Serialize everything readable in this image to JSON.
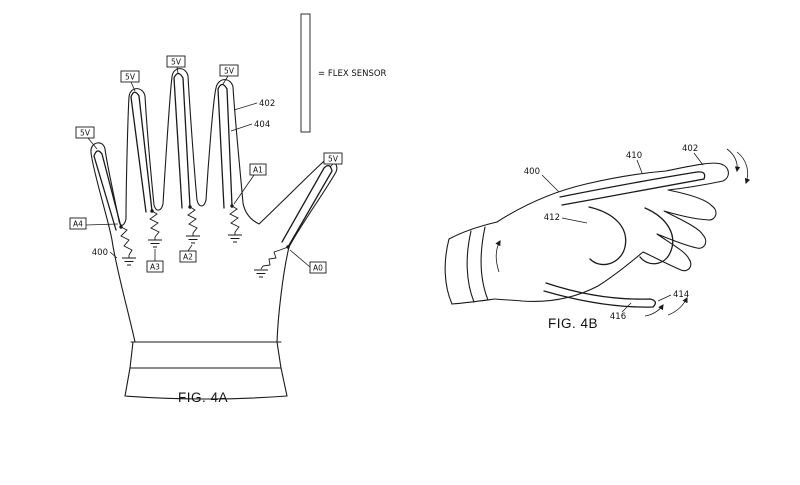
{
  "legend": {
    "label": "= FLEX SENSOR"
  },
  "fig4a": {
    "caption": "FIG. 4A",
    "supply_label": "5V",
    "pins": {
      "a0": "A0",
      "a1": "A1",
      "a2": "A2",
      "a3": "A3",
      "a4": "A4"
    },
    "refs": {
      "glove": "400",
      "sensor": "402",
      "conductor": "404"
    }
  },
  "fig4b": {
    "caption": "FIG. 4B",
    "refs": {
      "glove": "400",
      "sensor": "410",
      "fingertip": "402",
      "loop": "412",
      "motion": "414",
      "bottom_sensor": "416"
    }
  }
}
